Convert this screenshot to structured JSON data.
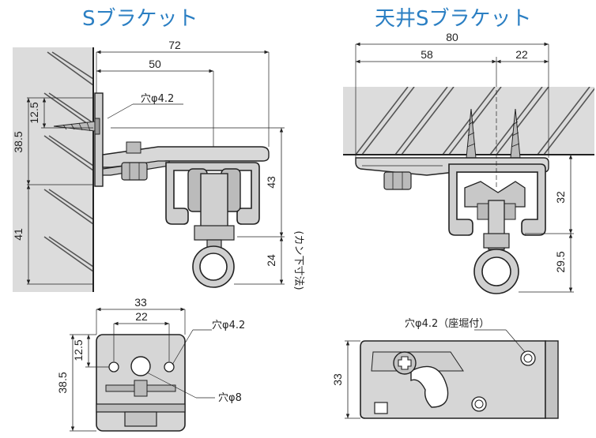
{
  "titles": {
    "left": "Sブラケット",
    "right": "天井Sブラケット"
  },
  "left_side": {
    "dims": {
      "d72": "72",
      "d50": "50",
      "d12_5": "12.5",
      "d38_5": "38.5",
      "d41": "41",
      "d43": "43",
      "d24": "24"
    },
    "hole_label": "穴φ4.2",
    "note": "(カン下寸法)"
  },
  "right_side": {
    "dims": {
      "d80": "80",
      "d58": "58",
      "d22": "22",
      "d32": "32",
      "d29_5": "29.5"
    }
  },
  "bottom_left": {
    "dims": {
      "d33": "33",
      "d22": "22",
      "d12_5": "12.5",
      "d38_5": "38.5"
    },
    "hole_small": "穴φ4.2",
    "hole_large": "穴φ8"
  },
  "bottom_right": {
    "dims": {
      "d33": "33"
    },
    "hole_label": "穴φ4.2（座堀付）"
  }
}
